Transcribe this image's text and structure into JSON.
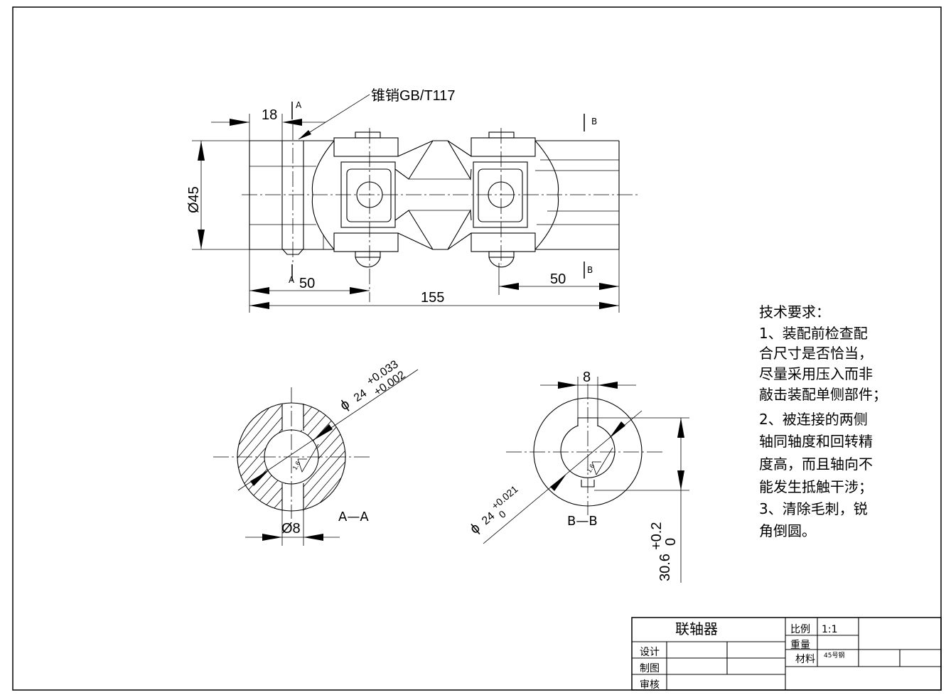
{
  "drawing": {
    "pin_label": "锥销GB/T117",
    "dims": {
      "d18": "18",
      "d45": "Ø45",
      "d50_left": "50",
      "d50_right": "50",
      "d155": "155",
      "d8_bb": "8",
      "d8_aa": "Ø8",
      "phi24_aa_sym": "ϕ",
      "phi24_aa_val": "24",
      "phi24_aa_up": "+0.033",
      "phi24_aa_lo": "+0.002",
      "phi24_bb_sym": "ϕ",
      "phi24_bb_val": "24",
      "phi24_bb_up": "+0.021",
      "phi24_bb_lo": "0",
      "d306_val": "30.6",
      "d306_up": "+0.2",
      "d306_lo": "0"
    },
    "section_marks": {
      "a_top": "A",
      "a_bottom": "A",
      "b_top": "B",
      "b_bottom": "B",
      "view_aa": "A—A",
      "view_bb": "B—B"
    },
    "roughness": [
      "1.6",
      "1.6"
    ]
  },
  "tech_requirements": {
    "title": "技术要求：",
    "lines": [
      "1、装配前检查配",
      "合尺寸是否恰当，",
      "尽量采用压入而非",
      "敲击装配单侧部件；",
      "2、被连接的两侧",
      "轴同轴度和回转精",
      "度高，而且轴向不",
      "能发生抵触干涉；",
      "3、清除毛刺，锐",
      "角倒圆。"
    ]
  },
  "title_block": {
    "part_name": "联轴器",
    "scale_label": "比例",
    "scale_value": "1:1",
    "weight_label": "重量",
    "material_label": "材料",
    "material_value": "45号钢",
    "designer_label": "设计",
    "drafter_label": "制图",
    "checker_label": "审核"
  }
}
